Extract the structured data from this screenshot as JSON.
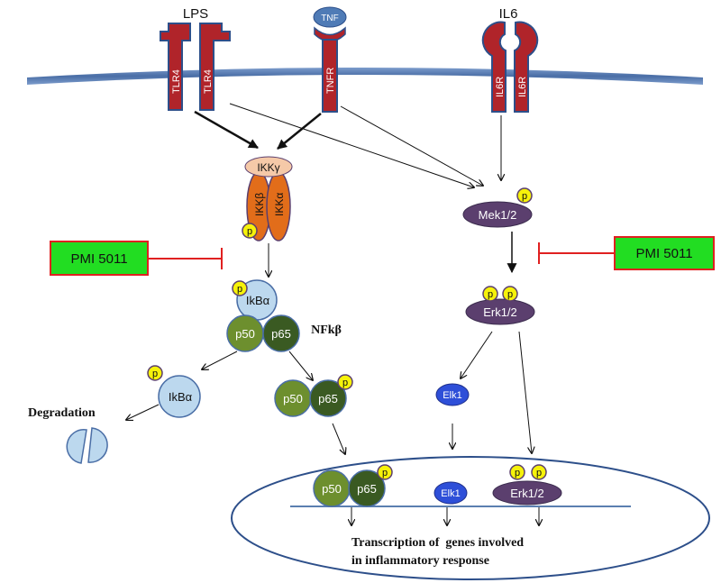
{
  "ligands": {
    "lps": "LPS",
    "tnf": "TNF",
    "il6": "IL6"
  },
  "receptors": {
    "tlr4_left": "TLR4",
    "tlr4_right": "TLR4",
    "tnfr": "TNFR",
    "il6r_left": "IL6R",
    "il6r_right": "IL6R"
  },
  "ikk": {
    "gamma": "IKKγ",
    "beta": "IKKβ",
    "alpha": "IKKα"
  },
  "phospho": "p",
  "inhibitor": {
    "left": "PMI 5011",
    "right": "PMI 5011"
  },
  "mapk": {
    "mek": "Mek1/2",
    "erk": "Erk1/2",
    "elk": "Elk1"
  },
  "nfkb": {
    "label": "NFkβ",
    "ikba": "IkBα",
    "p50": "p50",
    "p65": "p65"
  },
  "degradation": "Degradation",
  "nucleus": {
    "p50": "p50",
    "p65": "p65",
    "elk": "Elk1",
    "erk": "Erk1/2",
    "transcription_line1": "Transcription of  genes involved",
    "transcription_line2": "in inflammatory response"
  },
  "colors": {
    "membrane": "#5b7fb0",
    "receptor": "#b0242a",
    "receptor_edge": "#2d4f8a",
    "tnf": "#4f7bb6",
    "ikk_gamma": "#f5c9a8",
    "ikk_body": "#e26d1a",
    "phospho": "#f6f20a",
    "inhibitor_fill": "#22dd22",
    "inhibitor_line": "#e02020",
    "mapk": "#5b3f6e",
    "elk": "#2e4fd8",
    "ikba": "#bcd8ee",
    "p50": "#6d8f2e",
    "p65": "#3a5a22",
    "nucleus_edge": "#2d4f8a"
  }
}
